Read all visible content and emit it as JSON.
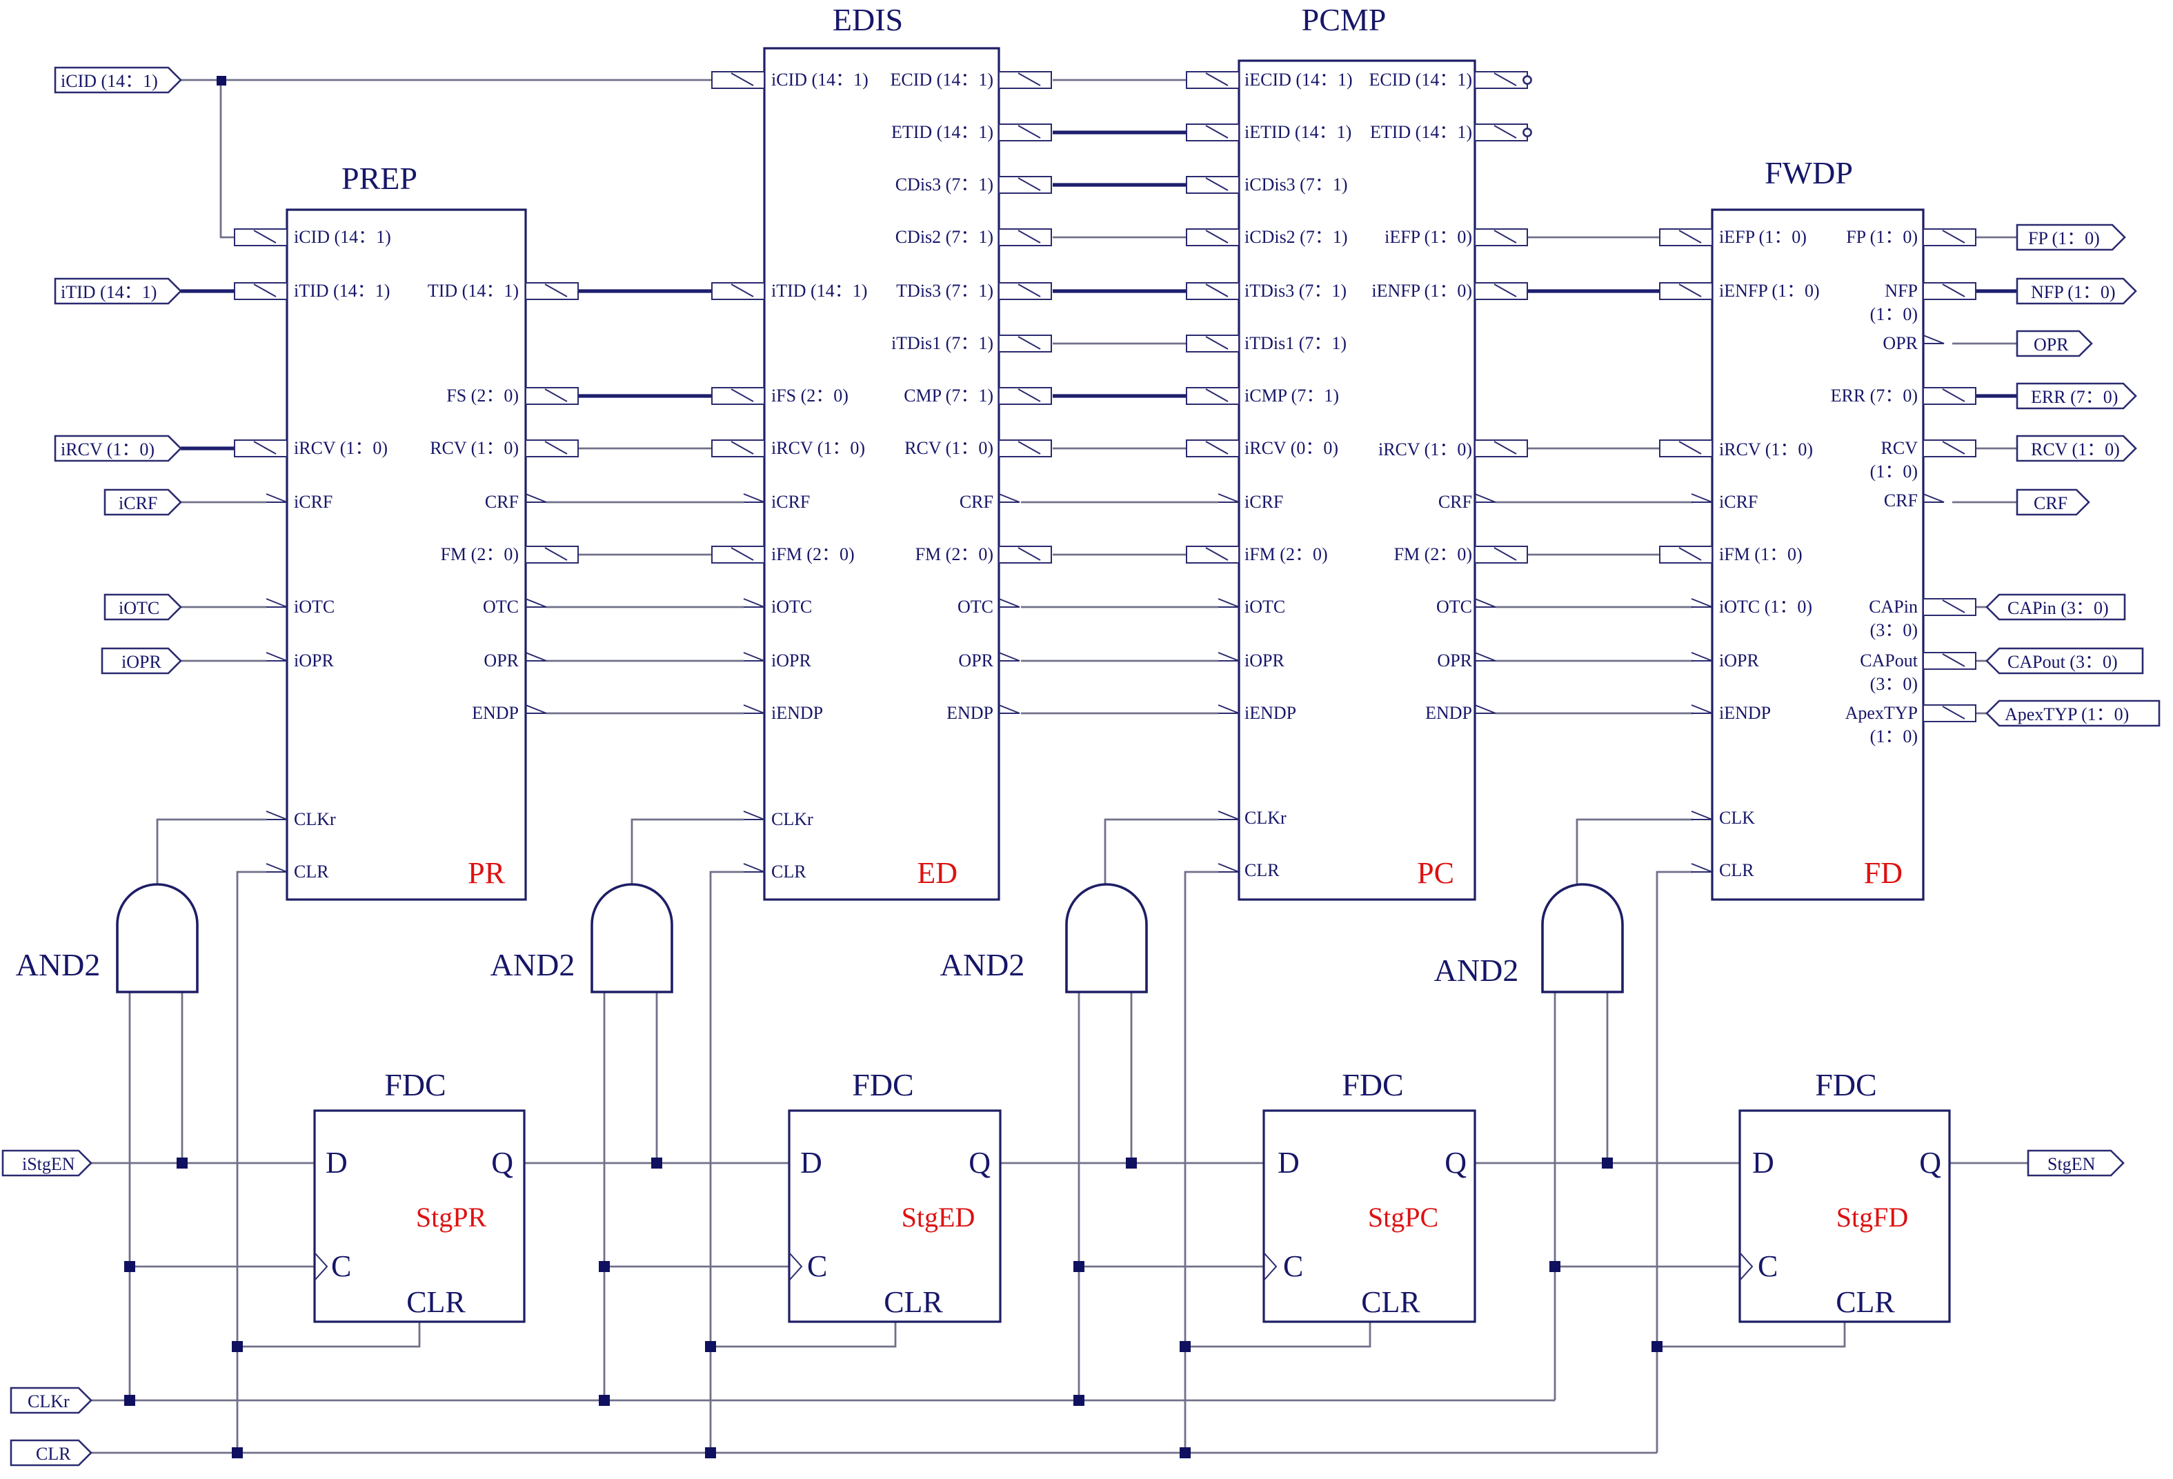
{
  "blocks": {
    "prep": {
      "title": "PREP",
      "id": "PR",
      "inputs": [
        "iCID (14：1)",
        "iTID (14：1)",
        "iRCV (1：0)",
        "iCRF",
        "iOTC",
        "iOPR",
        "CLKr",
        "CLR"
      ],
      "outputs": [
        "TID (14：1)",
        "FS (2：0)",
        "RCV (1：0)",
        "CRF",
        "FM (2：0)",
        "OTC",
        "OPR",
        "ENDP"
      ]
    },
    "edis": {
      "title": "EDIS",
      "id": "ED",
      "inputs": [
        "iCID (14：1)",
        "iTID (14：1)",
        "iFS (2：0)",
        "iRCV (1：0)",
        "iCRF",
        "iFM (2：0)",
        "iOTC",
        "iOPR",
        "iENDP",
        "CLKr",
        "CLR"
      ],
      "outputs": [
        "ECID (14：1)",
        "ETID (14：1)",
        "CDis3 (7：1)",
        "CDis2 (7：1)",
        "TDis3 (7：1)",
        "iTDis1 (7：1)",
        "CMP (7：1)",
        "RCV (1：0)",
        "CRF",
        "FM (2：0)",
        "OTC",
        "OPR",
        "ENDP"
      ]
    },
    "pcmp": {
      "title": "PCMP",
      "id": "PC",
      "inputs": [
        "iECID (14：1)",
        "iETID (14：1)",
        "iCDis3 (7：1)",
        "iCDis2 (7：1)",
        "iTDis3 (7：1)",
        "iTDis1 (7：1)",
        "iCMP (7：1)",
        "iRCV (0：0)",
        "iCRF",
        "iFM (2：0)",
        "iOTC",
        "iOPR",
        "iENDP",
        "CLKr",
        "CLR"
      ],
      "outputs": [
        "ECID (14：1)",
        "ETID (14：1)",
        "iEFP (1：0)",
        "iENFP (1：0)",
        "iRCV (1：0)",
        "CRF",
        "FM (2：0)",
        "OTC",
        "OPR",
        "ENDP"
      ]
    },
    "fwdp": {
      "title": "FWDP",
      "id": "FD",
      "inputs": [
        "iEFP (1：0)",
        "iENFP (1：0)",
        "iRCV (1：0)",
        "iCRF",
        "iFM (1：0)",
        "iOTC (1：0)",
        "iOPR",
        "iENDP",
        "CLK",
        "CLR"
      ],
      "outputs": [
        "FP (1：0)",
        "NFP",
        "(1：0)",
        "OPR",
        "ERR (7：0)",
        "RCV",
        "(1：0)",
        "CRF",
        "CAPin",
        "(3：0)",
        "CAPout",
        "(3：0)",
        "ApexTYP",
        "(1：0)"
      ]
    }
  },
  "input_ports": [
    "iCID (14：1)",
    "iTID (14：1)",
    "iRCV (1：0)",
    "iCRF",
    "iOTC",
    "iOPR",
    "iStgEN",
    "CLKr",
    "CLR"
  ],
  "output_ports": [
    "FP (1：0)",
    "NFP (1：0)",
    "OPR",
    "ERR (7：0)",
    "RCV (1：0)",
    "CRF",
    "StgEN"
  ],
  "bidir_ports": [
    "CAPin (3：0)",
    "CAPout (3：0)",
    "ApexTYP (1：0)"
  ],
  "gates": [
    "AND2",
    "AND2",
    "AND2",
    "AND2"
  ],
  "flipflops": [
    {
      "title": "FDC",
      "id": "StgPR",
      "d": "D",
      "q": "Q",
      "c": "C",
      "clr": "CLR"
    },
    {
      "title": "FDC",
      "id": "StgED",
      "d": "D",
      "q": "Q",
      "c": "C",
      "clr": "CLR"
    },
    {
      "title": "FDC",
      "id": "StgPC",
      "d": "D",
      "q": "Q",
      "c": "C",
      "clr": "CLR"
    },
    {
      "title": "FDC",
      "id": "StgFD",
      "d": "D",
      "q": "Q",
      "c": "C",
      "clr": "CLR"
    }
  ],
  "colors": {
    "ink": "#161668",
    "wire": "#70708a",
    "bus": "#1e1e6e",
    "instance": "#dd1111"
  }
}
